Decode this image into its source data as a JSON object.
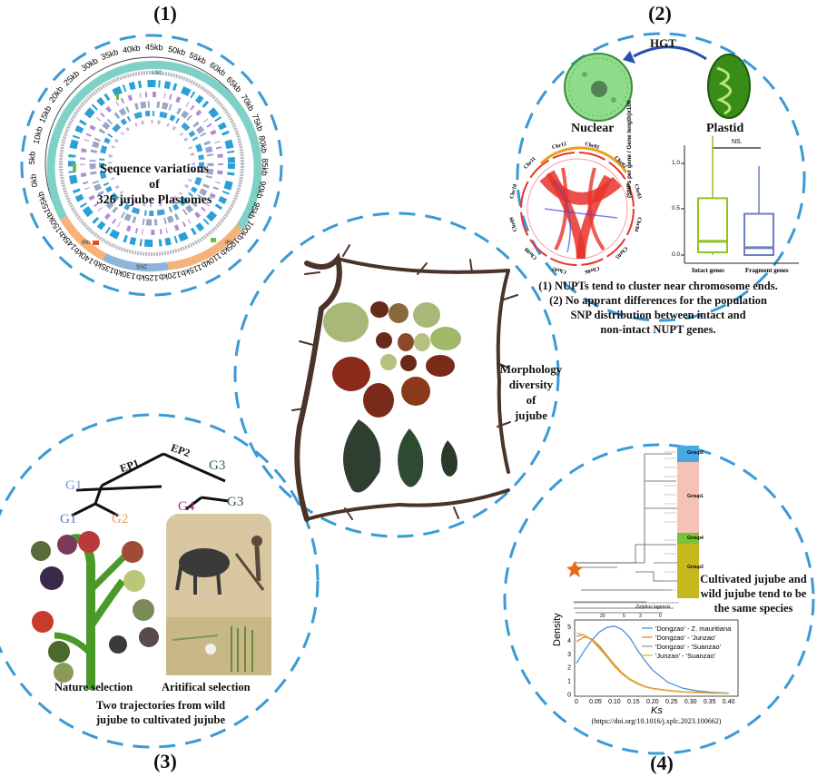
{
  "panels": {
    "p1": {
      "num": "(1)",
      "center_title": "Sequence variations\nof\n326 jujube Plastomes",
      "ring_ticks": [
        "45kb",
        "50kb",
        "55kb",
        "60kb",
        "65kb",
        "70kb",
        "75kb",
        "80kb",
        "85kb",
        "90kb",
        "95kb",
        "100kb",
        "105kb",
        "110kb",
        "115kb",
        "120kb",
        "125kb",
        "130kb",
        "135kb",
        "140kb",
        "145kb",
        "150kb",
        "155kb",
        "0kb",
        "5kb",
        "10kb",
        "15kb",
        "20kb",
        "25kb",
        "30kb",
        "35kb",
        "40kb"
      ],
      "segments": {
        "lsc": "LSC",
        "ira": "IRa",
        "irb": "IRb",
        "ssc": "SSC"
      }
    },
    "p2": {
      "num": "(2)",
      "arrow_label": "HGT",
      "nuclear": "Nuclear",
      "plastid": "Plastid",
      "circos_labels": [
        "Chr01",
        "Chr02",
        "Chr03",
        "Chr04",
        "Chr05",
        "Chr06",
        "Chr07",
        "Chr08",
        "Chr09",
        "Chr10",
        "Chr11",
        "Chr12"
      ],
      "text1": "(1) NUPTs tend to cluster near chromosome ends.",
      "text2": "(2) No apprant differences for the population",
      "text3": "SNP distribution between intact and",
      "text4": "non-intact NUPT genes.",
      "box": {
        "ylabel": "(SNPs per gene / Gene length)x100",
        "sig": "NS.",
        "yticks": [
          "0.0",
          "0.5",
          "1.0"
        ],
        "categories": [
          "Intact genes",
          "Fragment genes"
        ],
        "intact": {
          "min": 0.0,
          "q1": 0.03,
          "median": 0.15,
          "q3": 0.62,
          "max": 1.3,
          "color": "#8fc31f"
        },
        "fragment": {
          "min": 0.0,
          "q1": 0.0,
          "median": 0.08,
          "q3": 0.45,
          "max": 0.97,
          "color": "#6b7ec1"
        }
      }
    },
    "center": {
      "label1": "Morphology",
      "label2": "diversity",
      "label3": "of",
      "label4": "jujube"
    },
    "p3": {
      "num": "(3)",
      "ep1": "EP1",
      "ep2": "EP2",
      "g1a": "G1",
      "g1b": "G1",
      "g2": "G2",
      "g3a": "G3",
      "g3b": "G3",
      "g4": "G4",
      "nature": "Nature selection",
      "artificial": "Aritifical selection",
      "traj1": "Two trajectories from wild",
      "traj2": "jujube to cultivated jujube"
    },
    "p4": {
      "num": "(4)",
      "conclusion1": "Cultivated jujube and",
      "conclusion2": "wild jujube tend to be",
      "conclusion3": "the same species",
      "doi": "(https://doi.org/10.1016/j.xplc.2023.100662)",
      "groups": [
        "Group2",
        "Group1",
        "Group4",
        "Group3"
      ],
      "outgroup": "Ziziphus lagensis",
      "tree_axis": [
        "20",
        "5",
        "3",
        "0"
      ]
    },
    "density": {
      "ylabel": "Density",
      "xlabel": "Ks",
      "xticks": [
        "0",
        "0.05",
        "0.10",
        "0.15",
        "0.20",
        "0.25",
        "0.30",
        "0.35",
        "0.40"
      ],
      "yticks": [
        "0",
        "1",
        "2",
        "3",
        "4",
        "5"
      ]
    }
  },
  "chart_data": {
    "type": "line",
    "xlabel": "Ks",
    "ylabel": "Density",
    "xlim": [
      0,
      0.42
    ],
    "ylim": [
      0,
      5.3
    ],
    "series": [
      {
        "name": "'Dongzao' - Z. mauritiana",
        "color": "#4a90d9",
        "x": [
          0,
          0.02,
          0.04,
          0.06,
          0.08,
          0.1,
          0.12,
          0.14,
          0.16,
          0.18,
          0.2,
          0.24,
          0.28,
          0.32,
          0.36,
          0.4
        ],
        "y": [
          2.3,
          3.2,
          4.0,
          4.6,
          4.95,
          5.05,
          4.8,
          4.2,
          3.3,
          2.5,
          1.8,
          0.9,
          0.45,
          0.25,
          0.15,
          0.1
        ]
      },
      {
        "name": "'Dongzao' - 'Junzao'",
        "color": "#e8891f",
        "x": [
          0,
          0.02,
          0.04,
          0.06,
          0.08,
          0.1,
          0.12,
          0.14,
          0.16,
          0.18,
          0.2,
          0.24,
          0.28,
          0.32,
          0.36,
          0.4
        ],
        "y": [
          3.9,
          4.25,
          4.1,
          3.6,
          2.9,
          2.2,
          1.6,
          1.15,
          0.85,
          0.6,
          0.45,
          0.3,
          0.2,
          0.15,
          0.1,
          0.08
        ]
      },
      {
        "name": "'Dongzao' - 'Suanzao'",
        "color": "#9a9a9a",
        "x": [
          0,
          0.02,
          0.04,
          0.06,
          0.08,
          0.1,
          0.12,
          0.14,
          0.16,
          0.18,
          0.2,
          0.24,
          0.28,
          0.32,
          0.36,
          0.4
        ],
        "y": [
          4.3,
          4.4,
          4.05,
          3.5,
          2.8,
          2.1,
          1.5,
          1.1,
          0.8,
          0.58,
          0.42,
          0.28,
          0.18,
          0.13,
          0.09,
          0.07
        ]
      },
      {
        "name": "'Junzao' - 'Suanzao'",
        "color": "#f0b030",
        "x": [
          0,
          0.02,
          0.04,
          0.06,
          0.08,
          0.1,
          0.12,
          0.14,
          0.16,
          0.18,
          0.2,
          0.24,
          0.28,
          0.32,
          0.36,
          0.4
        ],
        "y": [
          4.55,
          4.4,
          4.0,
          3.4,
          2.75,
          2.05,
          1.5,
          1.08,
          0.78,
          0.56,
          0.41,
          0.27,
          0.18,
          0.12,
          0.09,
          0.07
        ]
      }
    ]
  },
  "colors": {
    "dash": "#3a9ad6",
    "lsc": "#7fd1c7",
    "ir": "#f5b27a",
    "ssc": "#8fb4d9",
    "thorn": "#4a3328",
    "circos_red": "#e8332a"
  }
}
